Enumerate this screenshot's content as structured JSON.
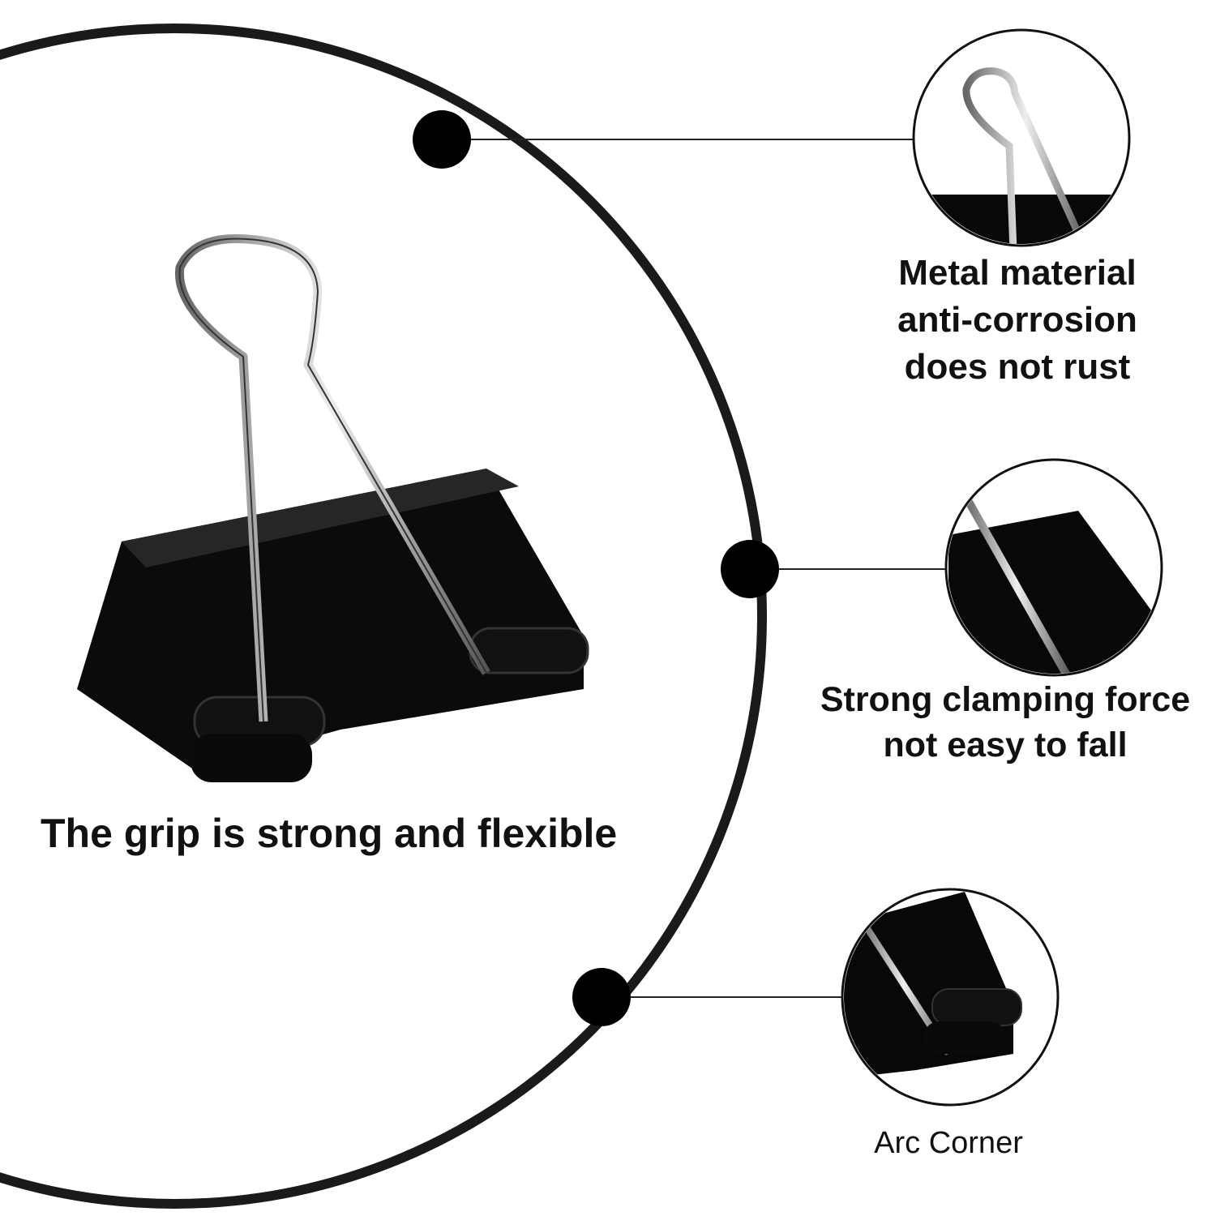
{
  "main_caption": "The grip is strong and flexible",
  "features": [
    {
      "lines": [
        "Metal material",
        "anti-corrosion",
        "does not rust"
      ]
    },
    {
      "lines": [
        "Strong clamping force",
        "not easy to fall"
      ]
    },
    {
      "lines": [
        "Arc Corner"
      ]
    }
  ],
  "colors": {
    "ink": "#111111",
    "background": "#ffffff",
    "wire": "#b8b8b8"
  }
}
